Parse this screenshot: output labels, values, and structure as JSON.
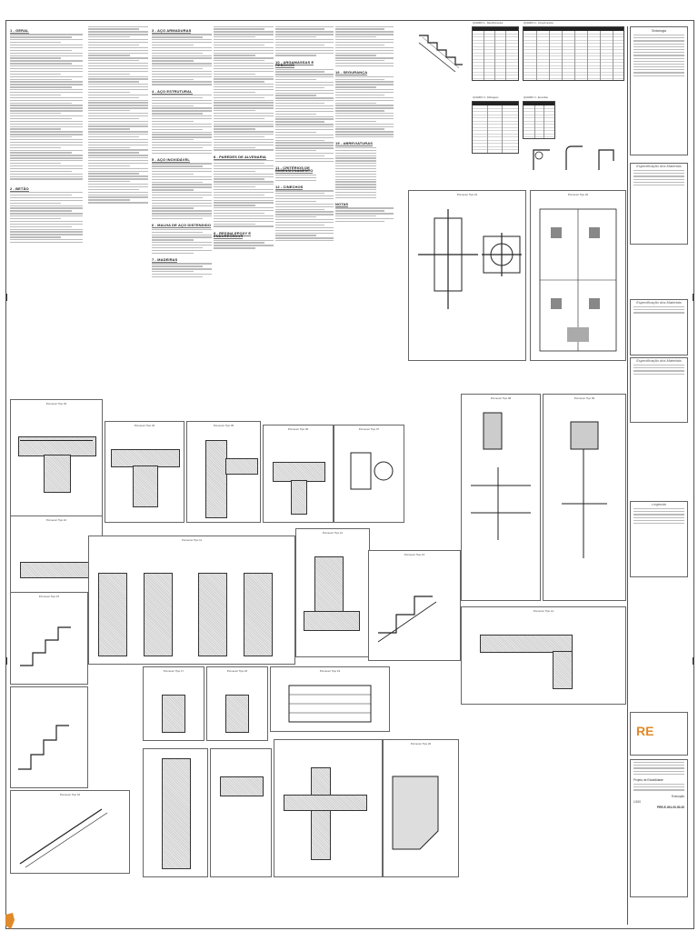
{
  "notes": {
    "sections": [
      {
        "id": "1",
        "title": "1 - GERAL"
      },
      {
        "id": "2",
        "title": "2 - BETÃO"
      },
      {
        "id": "3",
        "title": "3 - AÇO ARMADURAS"
      },
      {
        "id": "4",
        "title": "4 - AÇO ESTRUTURAL"
      },
      {
        "id": "5",
        "title": "5 - AÇO INOXIDÁVEL"
      },
      {
        "id": "6",
        "title": "6 - MALHA DE AÇO DISTENDIDO"
      },
      {
        "id": "7",
        "title": "7 - MADEIRAS"
      },
      {
        "id": "8",
        "title": "8 - PAREDES DE ALVENARIA"
      },
      {
        "id": "9",
        "title": "9 - RESINA EPOXY E ENDURECEDOR"
      },
      {
        "id": "10",
        "title": "10 - ARGAMASSAS E REBOCOS"
      },
      {
        "id": "11",
        "title": "11 - CRITÉRIOS DE DIMENSIONAMENTO"
      },
      {
        "id": "12",
        "title": "12 - CINECHOS"
      },
      {
        "id": "15",
        "title": "15 - ABREVIATURAS"
      },
      {
        "id": "16",
        "title": "16 - SEGURANÇA"
      },
      {
        "id": "n",
        "title": "NOTAS"
      }
    ]
  },
  "tables": {
    "t1": "QUADRO 1 - Recobrimentos",
    "t2": "QUADRO 2 - Comprimentos",
    "t3": "QUADRO 3 - Dobragens",
    "t4": "QUADRO 4 - Emendas"
  },
  "details": {
    "d1": "Pormenor Tipo 01",
    "d2": "Pormenor Tipo 02",
    "d3": "Pormenor Tipo 03",
    "d4": "Pormenor Tipo 04",
    "d5": "Pormenor Tipo 05",
    "d6": "Pormenor Tipo 06",
    "d7": "Pormenor Tipo 07",
    "d8": "Pormenor Tipo 08",
    "d9": "Pormenor Tipo 09",
    "d10": "Pormenor Tipo 10",
    "d11": "Pormenor Tipo 11",
    "d12": "Pormenor Tipo 12",
    "d13": "Pormenor Tipo 13",
    "d14": "Pormenor Tipo 14",
    "d15": "Pormenor Tipo 15",
    "d16": "Pormenor Tipo 16",
    "d17": "Pormenor Tipo 17",
    "d18": "Pormenor Tipo 18",
    "d19": "Pormenor Tipo 19",
    "d20": "Pormenor Tipo 20"
  },
  "titleblock": {
    "symbols_title": "Simbologia",
    "spec1": "Especificação dos Materiais",
    "spec2": "Especificação dos Materiais",
    "spec3": "Especificação dos Materiais",
    "legend": "Legenda",
    "logo": "RE",
    "project": "Projeto de Estabilidade",
    "phase": "Execução",
    "scale": "1/100",
    "drawing_no": "PRE-E-001-00-00-00",
    "colors": {
      "accent": "#e08a2a",
      "line": "#333333"
    }
  }
}
